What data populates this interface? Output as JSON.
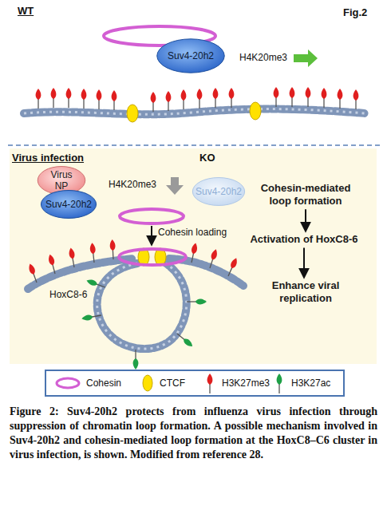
{
  "diagram": {
    "caption": "Figure 2: Suv4-20h2 protects from influenza virus infection through suppression of chromatin loop formation. A possible mechanism involved in Suv4-20h2 and cohesin-mediated loop formation at the HoxC8–C6 cluster in virus infection, is shown. Modified from reference 28.",
    "nodes": [
      {
        "text": [
          "Suv4-20h2"
        ]
      },
      {
        "text": [
          "Virus NP"
        ]
      },
      {
        "text": [
          "Suv4-20h2"
        ]
      },
      {
        "text": [
          "Suv4-20h2"
        ]
      },
      {
        "text": [
          "Cohesin-mediated loop formation"
        ]
      },
      {
        "text": [
          "Activation of HoxC8-6"
        ]
      },
      {
        "text": [
          "Enhance viral replication"
        ]
      }
    ],
    "edges": [
      {
        "from": 4,
        "to": 5,
        "arrow": "to"
      },
      {
        "from": 5,
        "to": 6,
        "arrow": "to"
      }
    ],
    "labels": [
      "WT",
      "Fig.2",
      "H4K20me3",
      "Virus infection",
      "KO",
      "H4K20me3",
      "Cohesin loading",
      "HoxC8-6"
    ],
    "legend": [
      {
        "text": "Cohesin"
      },
      {
        "text": "CTCF"
      },
      {
        "text": "H3K27me3"
      },
      {
        "text": "H3K27ac"
      }
    ]
  }
}
